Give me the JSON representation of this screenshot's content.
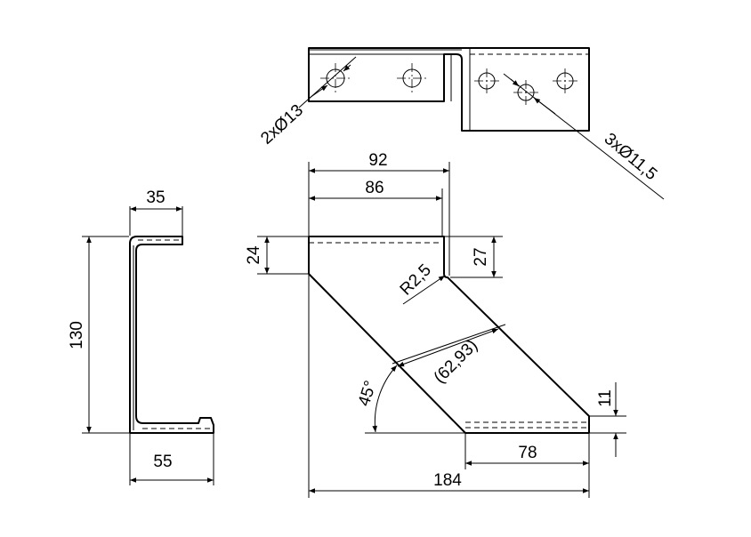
{
  "drawing": {
    "dimensions": {
      "flange_width": "35",
      "height": "130",
      "base_width": "55",
      "length_92": "92",
      "length_86": "86",
      "top_thickness": "24",
      "right_height": "27",
      "radius": "R2,5",
      "angle": "45°",
      "diagonal_width": "(62,93)",
      "bottom_length": "78",
      "bottom_thickness": "11",
      "overall_length": "184",
      "holes_left": "2xØ13",
      "holes_right": "3xØ11,5"
    }
  }
}
